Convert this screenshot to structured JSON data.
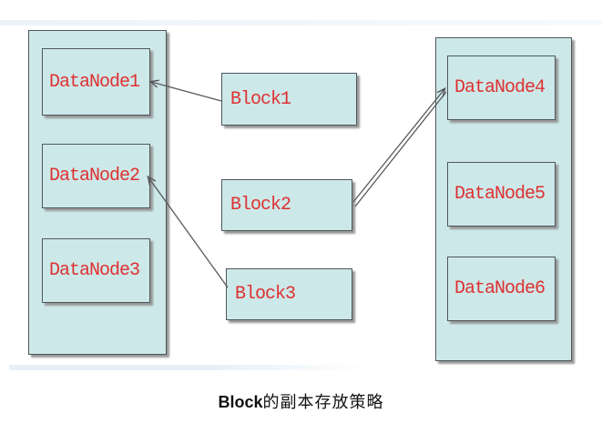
{
  "caption": {
    "bold": "Block",
    "rest": "的副本存放策略"
  },
  "racks": {
    "left": {
      "nodes": [
        "DataNode1",
        "DataNode2",
        "DataNode3"
      ]
    },
    "right": {
      "nodes": [
        "DataNode4",
        "DataNode5",
        "DataNode6"
      ]
    }
  },
  "blocks": [
    "Block1",
    "Block2",
    "Block3"
  ],
  "colors": {
    "box_fill": "#cde8e8",
    "box_border": "#4d575c",
    "label": "#de3132",
    "arrow": "#58595b",
    "shadow": "#979797",
    "caption_text": "#111111"
  },
  "arrows": [
    {
      "name": "arrow-block1-to-datanode1",
      "lines": [
        [
          243,
          111,
          166,
          90
        ]
      ]
    },
    {
      "name": "arrow-block2-to-datanode4",
      "lines": [
        [
          388,
          222,
          488,
          98
        ],
        [
          390,
          227,
          490,
          101
        ]
      ]
    },
    {
      "name": "arrow-block3-to-datanode2",
      "lines": [
        [
          250,
          316,
          163,
          195
        ]
      ]
    }
  ]
}
